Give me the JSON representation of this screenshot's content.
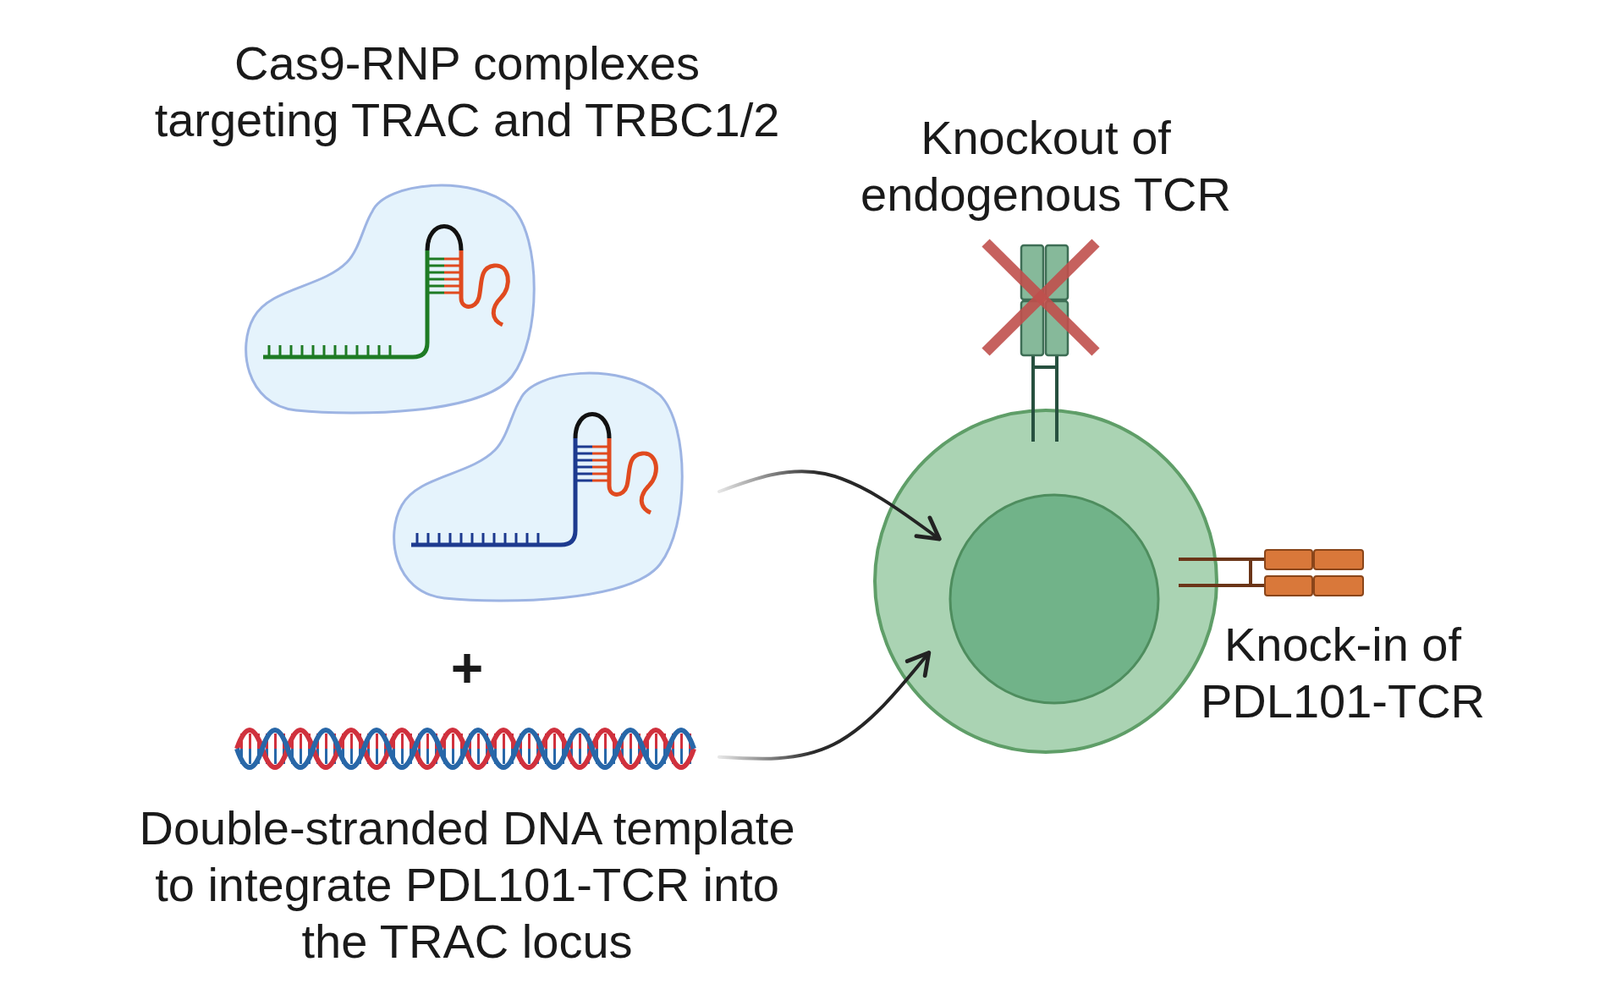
{
  "diagram": {
    "nodes": [
      {
        "text": [
          "Cas9-RNP complexes targeting TRAC and TRBC1/2"
        ]
      },
      {
        "text": [
          "Double-stranded DNA template to integrate PDL101-TCR into the TRAC locus"
        ]
      },
      {
        "text": [
          "Knockout of endogenous TCR",
          "Knock-in of PDL101-TCR"
        ]
      }
    ],
    "edges": [
      {
        "from": 0,
        "to": 2,
        "arrow": "to"
      },
      {
        "from": 1,
        "to": 2,
        "arrow": "to"
      }
    ],
    "labels": [
      "+"
    ]
  }
}
